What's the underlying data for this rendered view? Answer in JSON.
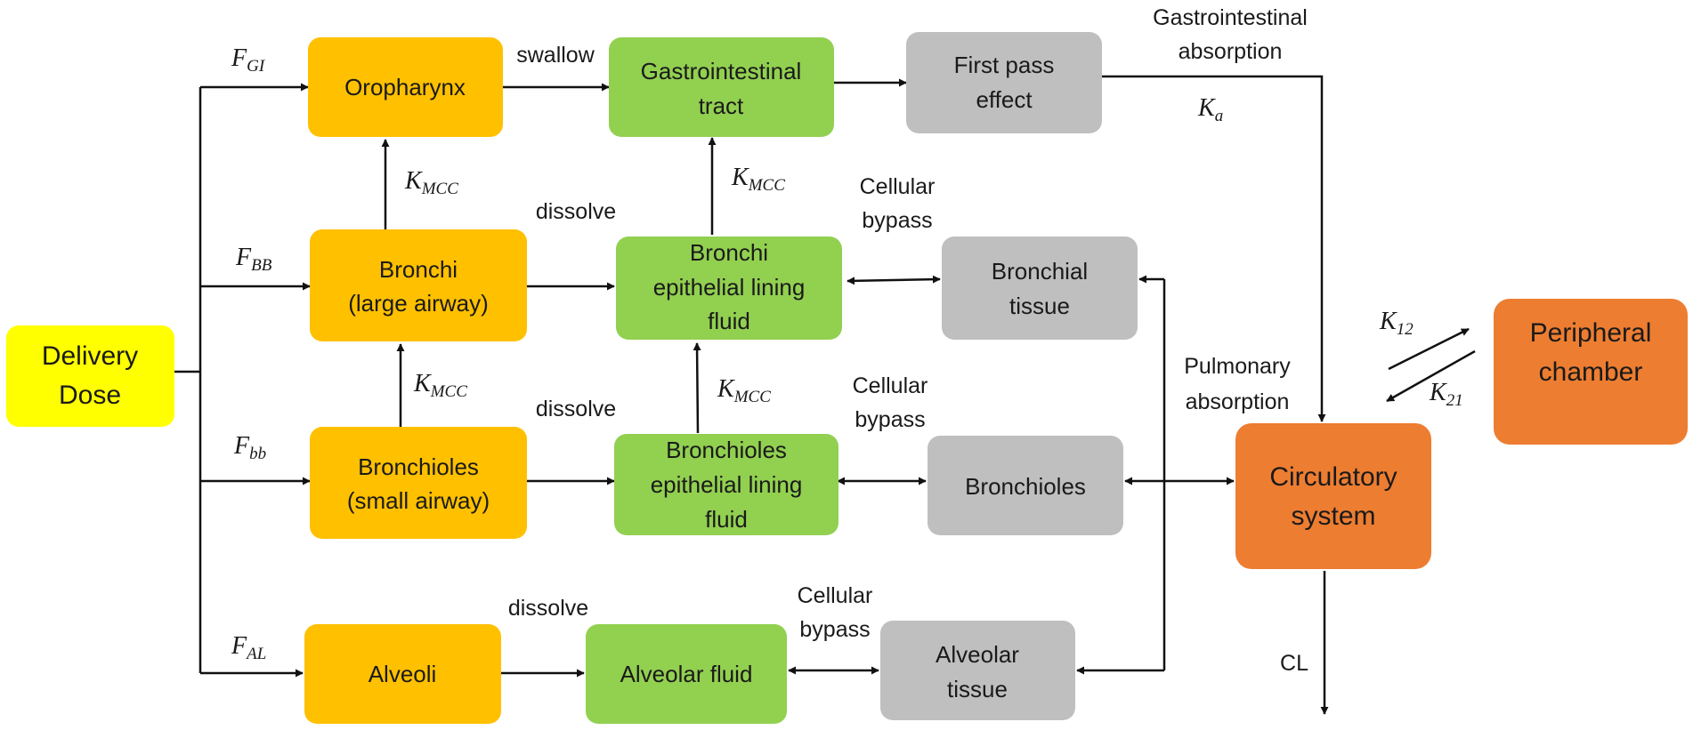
{
  "colors": {
    "yellow": "#FFFF00",
    "orange_box": "#FFC000",
    "green_box": "#92D050",
    "gray_box": "#BFBFBF",
    "deep_orange": "#ED7D31",
    "stroke": "#111111"
  },
  "nodes": {
    "delivery_dose": [
      "Delivery",
      "Dose"
    ],
    "oropharynx": [
      "Oropharynx"
    ],
    "gi_tract": [
      "Gastrointestinal",
      "tract"
    ],
    "first_pass": [
      "First pass",
      "effect"
    ],
    "bronchi": [
      "Bronchi",
      "(large airway)"
    ],
    "bronchi_elf": [
      "Bronchi",
      "epithelial lining",
      "fluid"
    ],
    "bronchial_tissue": [
      "Bronchial",
      "tissue"
    ],
    "bronchioles": [
      "Bronchioles",
      "(small airway)"
    ],
    "bronchioles_elf": [
      "Bronchioles",
      "epithelial lining",
      "fluid"
    ],
    "bronchioles_tissue": [
      "Bronchioles"
    ],
    "alveoli": [
      "Alveoli"
    ],
    "alveolar_fluid": [
      "Alveolar fluid"
    ],
    "alveolar_tissue": [
      "Alveolar",
      "tissue"
    ],
    "circulatory": [
      "Circulatory",
      "system"
    ],
    "peripheral": [
      "Peripheral",
      "chamber"
    ]
  },
  "edge_labels": {
    "swallow": "swallow",
    "gi_absorption": [
      "Gastrointestinal",
      "absorption"
    ],
    "dissolve_1": "dissolve",
    "dissolve_2": "dissolve",
    "dissolve_3": "dissolve",
    "cellular_bypass_1": [
      "Cellular",
      "bypass"
    ],
    "cellular_bypass_2": [
      "Cellular",
      "bypass"
    ],
    "cellular_bypass_3": [
      "Cellular",
      "bypass"
    ],
    "pulmonary_absorption": [
      "Pulmonary",
      "absorption"
    ],
    "cl": "CL"
  },
  "params": {
    "f_gi": {
      "main": "F",
      "sub": "GI"
    },
    "f_bb": {
      "main": "F",
      "sub": "BB"
    },
    "f_bb_small": {
      "main": "F",
      "sub": "bb"
    },
    "f_al": {
      "main": "F",
      "sub": "AL"
    },
    "k_mcc_1": {
      "main": "K",
      "sub": "MCC"
    },
    "k_mcc_2": {
      "main": "K",
      "sub": "MCC"
    },
    "k_mcc_3": {
      "main": "K",
      "sub": "MCC"
    },
    "k_mcc_4": {
      "main": "K",
      "sub": "MCC"
    },
    "k_a": {
      "main": "K",
      "sub": "a"
    },
    "k_12": {
      "main": "K",
      "sub": "12"
    },
    "k_21": {
      "main": "K",
      "sub": "21"
    }
  }
}
